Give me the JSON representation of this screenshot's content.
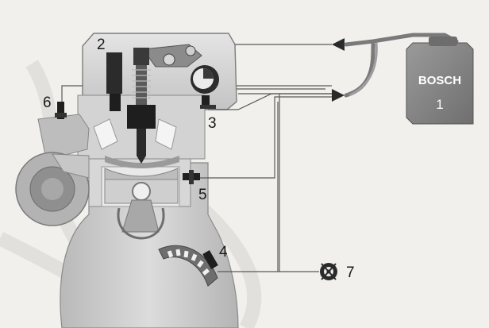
{
  "labels": {
    "c1": "1",
    "c2": "2",
    "c3": "3",
    "c4": "4",
    "c5": "5",
    "c6": "6",
    "c7": "7"
  },
  "ecu": {
    "brand": "BOSCH",
    "number": "1"
  },
  "colors": {
    "engine_block": "#c9c9c9",
    "engine_dark": "#8a8a8a",
    "ecu_box": "#8c8c8c",
    "wire": "#555555",
    "background": "#f1f0ec"
  }
}
